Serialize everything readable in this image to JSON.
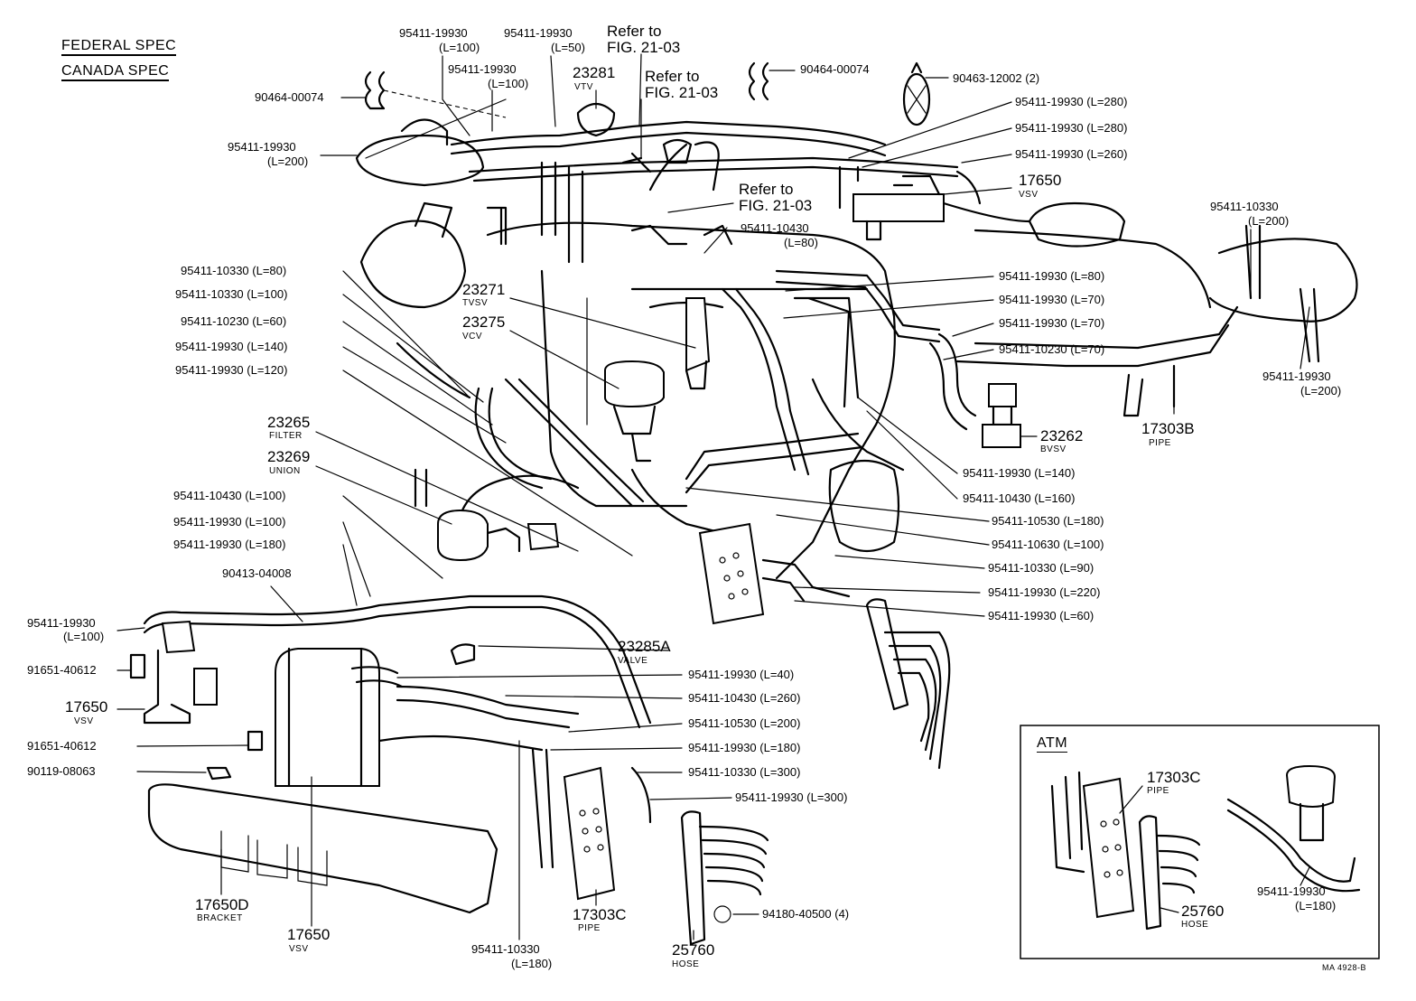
{
  "header": {
    "line1": "FEDERAL SPEC",
    "line2": "CANADA SPEC"
  },
  "labels": {
    "refer_a": "Refer to",
    "refer_a2": "FIG. 21-03",
    "refer_b": "Refer to",
    "refer_b2": "FIG. 21-03",
    "refer_c": "Refer to",
    "refer_c2": "FIG. 21-03",
    "c1": "95411-19930",
    "c1b": "(L=100)",
    "c2": "95411-19930",
    "c2b": "(L=50)",
    "c3": "95411-19930",
    "c3b": "(L=100)",
    "vtv_num": "23281",
    "vtv_sub": "VTV",
    "clip_left": "90464-00074",
    "clip_right": "90464-00074",
    "clamp_right": "90463-12002 (2)",
    "l_200a": "95411-19930",
    "l_200a_b": "(L=200)",
    "r_280a": "95411-19930 (L=280)",
    "r_280b": "95411-19930 (L=280)",
    "r_260": "95411-19930 (L=260)",
    "vsv_top_num": "17650",
    "vsv_top_sub": "VSV",
    "r_10330_200": "95411-10330",
    "r_10330_200b": "(L=200)",
    "m_10430_80": "95411-10430",
    "m_10430_80b": "(L=80)",
    "l_10330_80": "95411-10330 (L=80)",
    "l_10330_100": "95411-10330 (L=100)",
    "l_10230_60": "95411-10230 (L=60)",
    "l_19930_140": "95411-19930 (L=140)",
    "l_19930_120": "95411-19930 (L=120)",
    "tvsv_num": "23271",
    "tvsv_sub": "TVSV",
    "vcv_num": "23275",
    "vcv_sub": "VCV",
    "r_19930_80": "95411-19930 (L=80)",
    "r_19930_70a": "95411-19930 (L=70)",
    "r_19930_70b": "95411-19930 (L=70)",
    "r_10230_70": "95411-10230 (L=70)",
    "r_19930_200": "95411-19930",
    "r_19930_200b": "(L=200)",
    "pipe_b_num": "17303B",
    "pipe_b_sub": "PIPE",
    "bvsv_num": "23262",
    "bvsv_sub": "BVSV",
    "filter_num": "23265",
    "filter_sub": "FILTER",
    "union_num": "23269",
    "union_sub": "UNION",
    "l_10430_100": "95411-10430 (L=100)",
    "l_19930_100": "95411-19930 (L=100)",
    "l_19930_180": "95411-19930 (L=180)",
    "l_04008": "90413-04008",
    "m_140": "95411-19930 (L=140)",
    "m_160": "95411-10430 (L=160)",
    "m_10530_180": "95411-10530 (L=180)",
    "m_10630_100": "95411-10630 (L=100)",
    "m_10330_90": "95411-10330 (L=90)",
    "m_19930_220": "95411-19930 (L=220)",
    "m_19930_60": "95411-19930 (L=60)",
    "ll_19930_100": "95411-19930",
    "ll_19930_100b": "(L=100)",
    "bolt_a": "91651-40612",
    "vsv_left_num": "17650",
    "vsv_left_sub": "VSV",
    "bolt_b": "91651-40612",
    "sensor": "90119-08063",
    "valve_num": "23285A",
    "valve_sub": "VALVE",
    "b_19930_40": "95411-19930 (L=40)",
    "b_10430_260": "95411-10430 (L=260)",
    "b_10530_200": "95411-10530 (L=200)",
    "b_19930_180": "95411-19930 (L=180)",
    "b_10330_300": "95411-10330 (L=300)",
    "b_19930_300": "95411-19930 (L=300)",
    "bracket_num": "17650D",
    "bracket_sub": "BRACKET",
    "vsv_bot_num": "17650",
    "vsv_bot_sub": "VSV",
    "bot_10330": "95411-10330",
    "bot_10330b": "(L=180)",
    "pipe_c_num": "17303C",
    "pipe_c_sub": "PIPE",
    "hose_num": "25760",
    "hose_sub": "HOSE",
    "nut": "94180-40500 (4)",
    "atm_title": "ATM",
    "atm_pipe_num": "17303C",
    "atm_pipe_sub": "PIPE",
    "atm_hose_num": "25760",
    "atm_hose_sub": "HOSE",
    "atm_hose_part": "95411-19930",
    "atm_hose_partb": "(L=180)",
    "code": "MA 4928-B"
  }
}
